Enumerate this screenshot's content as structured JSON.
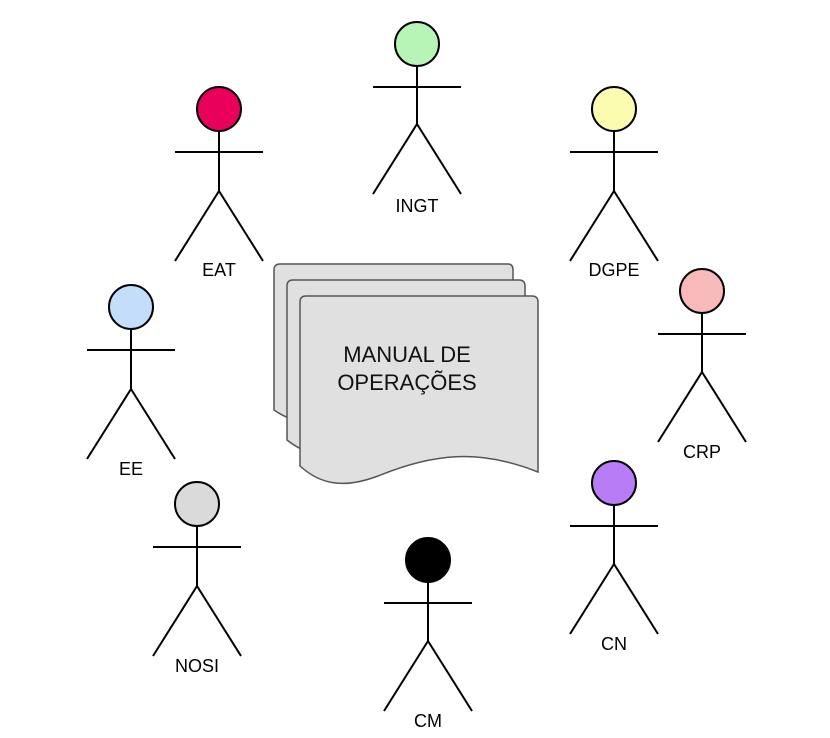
{
  "document": {
    "title_line1": "MANUAL DE",
    "title_line2": "OPERAÇÕES"
  },
  "actors": [
    {
      "key": "ingt",
      "label": "INGT",
      "head_color": "#b6f5b6"
    },
    {
      "key": "eat",
      "label": "EAT",
      "head_color": "#e8005a"
    },
    {
      "key": "dgpe",
      "label": "DGPE",
      "head_color": "#fcfcb0"
    },
    {
      "key": "crp",
      "label": "CRP",
      "head_color": "#f7b9b9"
    },
    {
      "key": "ee",
      "label": "EE",
      "head_color": "#c3ddfa"
    },
    {
      "key": "nosi",
      "label": "NOSI",
      "head_color": "#dadada"
    },
    {
      "key": "cm",
      "label": "CM",
      "head_color": "#000000"
    },
    {
      "key": "cn",
      "label": "CN",
      "head_color": "#b97cf7"
    }
  ]
}
